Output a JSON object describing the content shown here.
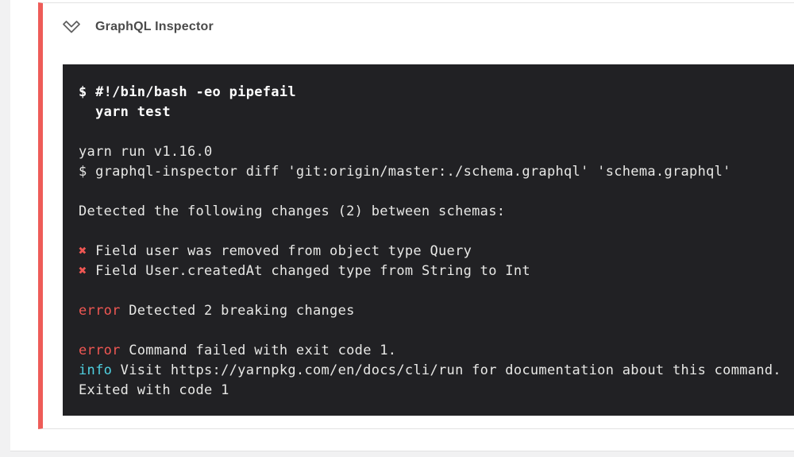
{
  "colors": {
    "page-bg": "#f1f1f2",
    "panel-bg": "#ffffff",
    "border": "#e2e2e2",
    "accent": "#ee5c58",
    "title": "#4a4a4a",
    "icon": "#616161",
    "terminal-bg": "#212124",
    "term-text": "#e8e8e6",
    "term-bold": "#ffffff",
    "error": "#ef5753",
    "info": "#4fd0e0"
  },
  "step": {
    "title": "GraphQL Inspector",
    "collapse_icon": "chevron-down-icon"
  },
  "terminal": {
    "lines": [
      {
        "segments": [
          {
            "text": "$ #!/bin/bash -eo pipefail",
            "style": "bold"
          }
        ]
      },
      {
        "segments": [
          {
            "text": "  yarn test",
            "style": "bold"
          }
        ]
      },
      {
        "segments": []
      },
      {
        "segments": [
          {
            "text": "yarn run v1.16.0"
          }
        ]
      },
      {
        "segments": [
          {
            "text": "$ graphql-inspector diff 'git:origin/master:./schema.graphql' 'schema.graphql'"
          }
        ]
      },
      {
        "segments": []
      },
      {
        "segments": [
          {
            "text": "Detected the following changes (2) between schemas:"
          }
        ]
      },
      {
        "segments": []
      },
      {
        "segments": [
          {
            "text": "✖",
            "style": "error"
          },
          {
            "text": " Field user was removed from object type Query"
          }
        ]
      },
      {
        "segments": [
          {
            "text": "✖",
            "style": "error"
          },
          {
            "text": " Field User.createdAt changed type from String to Int"
          }
        ]
      },
      {
        "segments": []
      },
      {
        "segments": [
          {
            "text": "error",
            "style": "error"
          },
          {
            "text": " Detected 2 breaking changes"
          }
        ]
      },
      {
        "segments": []
      },
      {
        "segments": [
          {
            "text": "error",
            "style": "error"
          },
          {
            "text": " Command failed with exit code 1."
          }
        ]
      },
      {
        "segments": [
          {
            "text": "info",
            "style": "info"
          },
          {
            "text": " Visit https://yarnpkg.com/en/docs/cli/run for documentation about this command."
          }
        ]
      },
      {
        "segments": [
          {
            "text": "Exited with code 1"
          }
        ]
      }
    ]
  }
}
